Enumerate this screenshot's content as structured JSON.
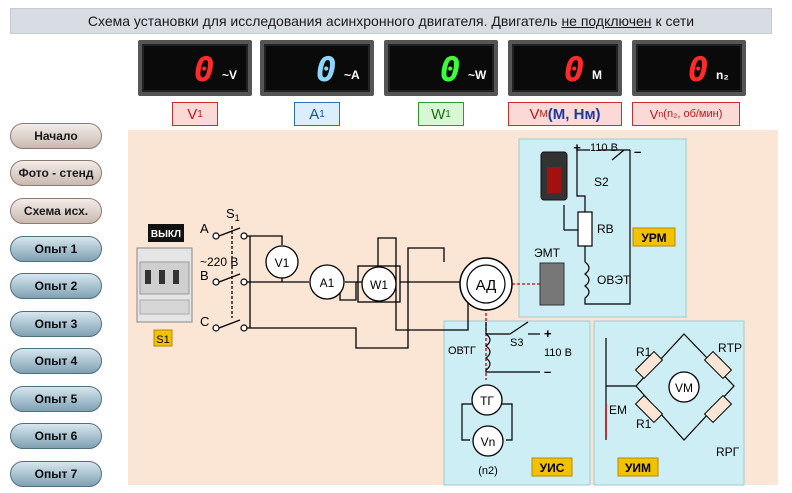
{
  "title": {
    "prefix": "Схема установки для исследования асинхронного двигателя. Двигатель",
    "emph": "не подключен",
    "suffix": "к сети"
  },
  "meters": [
    {
      "value": "0",
      "unit": "~V",
      "color": "#ff2a2a",
      "label_main": "V",
      "label_sub": "1",
      "label_extra": ""
    },
    {
      "value": "0",
      "unit": "~A",
      "color": "#8fd6ff",
      "label_main": "A",
      "label_sub": "1",
      "label_extra": ""
    },
    {
      "value": "0",
      "unit": "~W",
      "color": "#3cff3c",
      "label_main": "W",
      "label_sub": "1",
      "label_extra": ""
    },
    {
      "value": "0",
      "unit": "M",
      "color": "#ff2a2a",
      "label_main": "V",
      "label_sub": "M",
      "label_extra": " (M, Нм)"
    },
    {
      "value": "0",
      "unit": "n₂",
      "color": "#ff2a2a",
      "label_main": "V",
      "label_sub": "n",
      "label_extra": " (n₂, об/мин)"
    }
  ],
  "nav": [
    {
      "label": "Начало"
    },
    {
      "label": "Фото - стенд"
    },
    {
      "label": "Схема исх."
    },
    {
      "label": "Опыт 1"
    },
    {
      "label": "Опыт 2"
    },
    {
      "label": "Опыт 3"
    },
    {
      "label": "Опыт 4"
    },
    {
      "label": "Опыт 5"
    },
    {
      "label": "Опыт 6"
    },
    {
      "label": "Опыт 7"
    }
  ],
  "scheme": {
    "switch_state": "ВЫКЛ",
    "s1_label": "S",
    "s1_sub": "1",
    "s1_tag": "S1",
    "phase_a": "A",
    "phase_b": "B",
    "phase_c": "C",
    "mains_voltage": "~220 В",
    "v1": "V1",
    "a1": "A1",
    "w1": "W1",
    "motor": "АД",
    "emt": "ЭМТ",
    "urm": {
      "tag": "УРМ",
      "voltage": "110 В",
      "s2": "S2",
      "rv": "RВ",
      "ovet": "ОВЭТ"
    },
    "uis": {
      "tag": "УИС",
      "voltage": "110 В",
      "s3": "S3",
      "ovtg": "ОВТГ",
      "tg": "ТГ",
      "vn": "Vn",
      "n2": "(n2)"
    },
    "uim": {
      "tag": "УИМ",
      "r1a": "R1",
      "r1b": "R1",
      "rtr": "RТР",
      "rrg": "RРГ",
      "vm": "VМ",
      "em": "ЕМ"
    }
  }
}
